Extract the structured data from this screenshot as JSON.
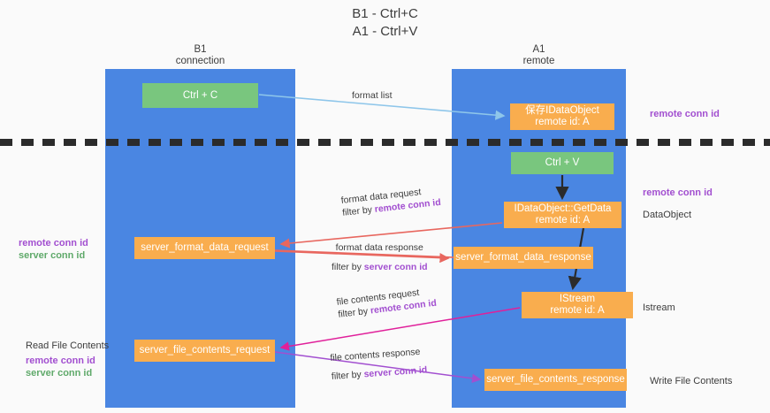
{
  "title": {
    "line1": "B1 - Ctrl+C",
    "line2": "A1 - Ctrl+V"
  },
  "columns": [
    {
      "id": "b1",
      "name": "B1",
      "role": "connection",
      "color": "#4a86e2"
    },
    {
      "id": "a1",
      "name": "A1",
      "role": "remote",
      "color": "#4a86e2"
    }
  ],
  "boxes": {
    "ctrl_c": "Ctrl + C",
    "idataobject_line1": "保存IDataObject",
    "idataobject_line2": "remote id: A",
    "ctrl_v": "Ctrl + V",
    "getdata_line1": "IDataObject::GetData",
    "getdata_line2": "remote id: A",
    "server_format_data_request": "server_format_data_request",
    "server_format_data_response": "server_format_data_response",
    "istream_line1": "IStream",
    "istream_line2": "remote id: A",
    "server_file_contents_request": "server_file_contents_request",
    "server_file_contents_response": "server_file_contents_response"
  },
  "edge_labels": {
    "format_list": "format list",
    "format_data_request": "format data request",
    "format_data_request_filter_prefix": "filter by ",
    "format_data_request_filter_key": "remote conn id",
    "format_data_response": "format data response",
    "format_data_response_filter_prefix": "filter by ",
    "format_data_response_filter_key": "server conn id",
    "file_contents_request": "file contents request",
    "file_contents_request_filter_prefix": "filter by ",
    "file_contents_request_filter_key": "remote conn id",
    "file_contents_response": "file contents response",
    "file_contents_response_filter_prefix": "filter by ",
    "file_contents_response_filter_key": "server conn id"
  },
  "annotations": {
    "remote_conn_id": "remote conn id",
    "server_conn_id": "server conn id",
    "dataobject": "DataObject",
    "istream": "Istream",
    "read_file_contents": "Read File Contents",
    "write_file_contents": "Write File Contents"
  },
  "colors": {
    "column_blue": "#4a86e2",
    "box_green": "#79c67e",
    "box_orange": "#f9ad4e",
    "arrow_light_blue": "#8ec6ea",
    "arrow_red": "#e8675f",
    "arrow_magenta": "#e0209a",
    "arrow_purple": "#a24fd0",
    "arrow_black": "#2b2b2b",
    "text_purple": "#a24fd0",
    "text_green": "#5fa96a",
    "background": "#fafafa"
  }
}
